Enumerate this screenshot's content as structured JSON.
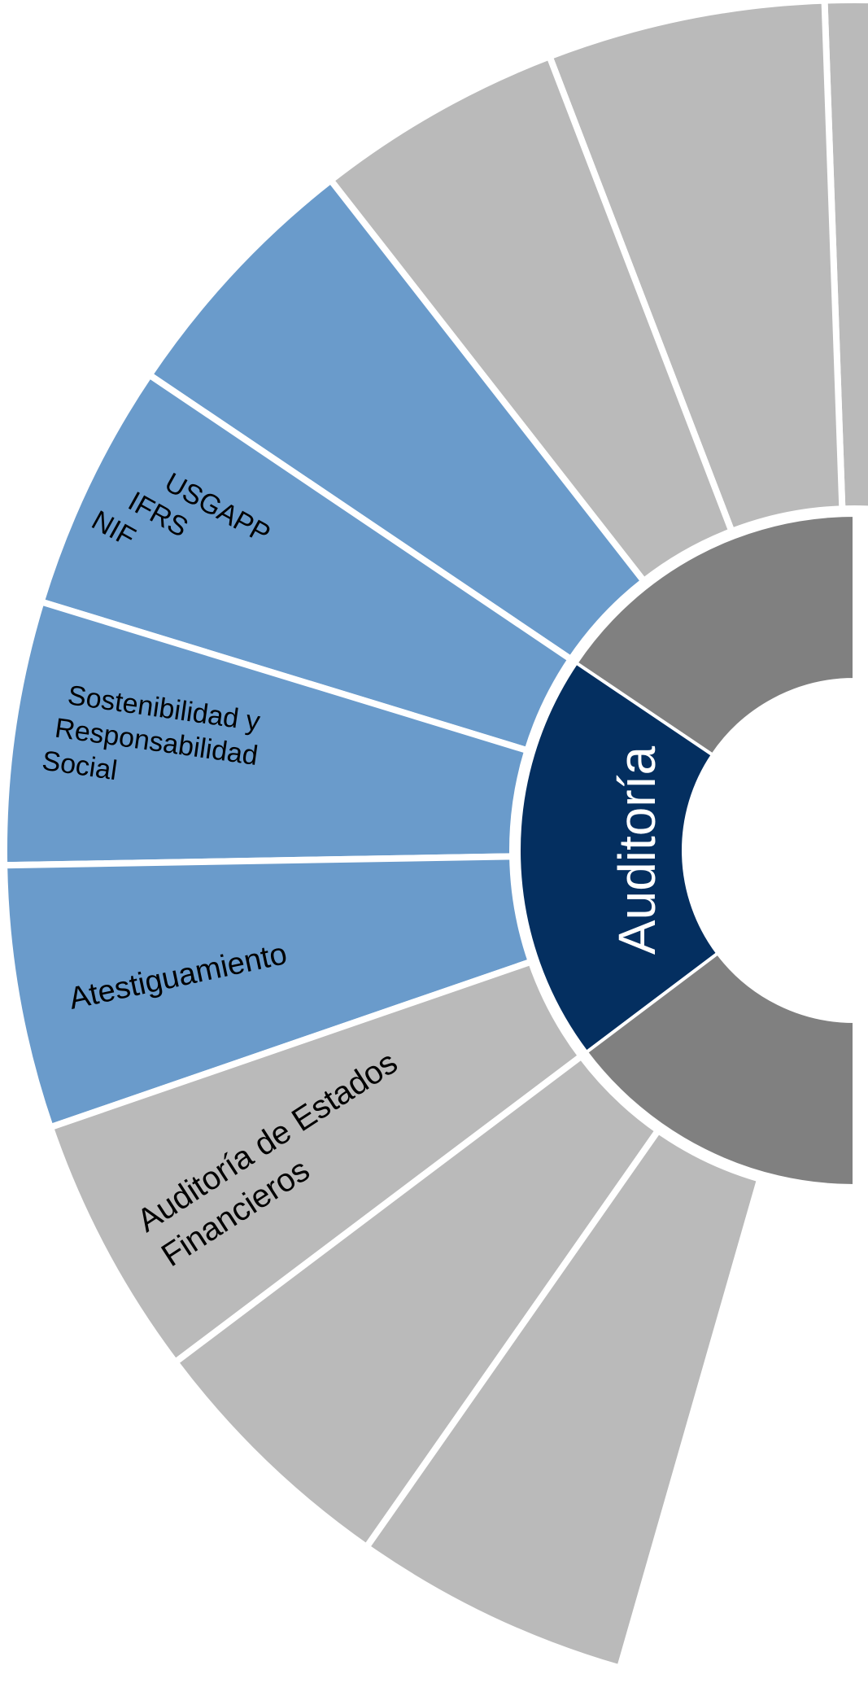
{
  "diagram": {
    "center_label": "Auditoría",
    "colors": {
      "background": "#ffffff",
      "outer_inactive": "#bababa",
      "outer_active": "#6a9bcb",
      "inner_gray": "#808080",
      "inner_active": "#042f60",
      "separator": "#ffffff"
    },
    "segments": [
      {
        "id": "top-1",
        "active": false,
        "lines": []
      },
      {
        "id": "top-2",
        "active": false,
        "lines": []
      },
      {
        "id": "top-3",
        "active": false,
        "lines": []
      },
      {
        "id": "normas",
        "active": true,
        "lines": [
          "USGAPP",
          "IFRS",
          "NIF"
        ]
      },
      {
        "id": "sostenibilidad",
        "active": true,
        "lines": [
          "Sostenibilidad y",
          "Responsabilidad",
          "Social"
        ]
      },
      {
        "id": "atestiguamiento",
        "active": true,
        "lines": [
          "Atestiguamiento"
        ]
      },
      {
        "id": "auditoria-estados",
        "active": true,
        "lines": [
          "Auditoría de Estados",
          "Financieros"
        ]
      },
      {
        "id": "bottom-1",
        "active": false,
        "lines": []
      },
      {
        "id": "bottom-2",
        "active": false,
        "lines": []
      },
      {
        "id": "bottom-3",
        "active": false,
        "lines": []
      }
    ]
  }
}
